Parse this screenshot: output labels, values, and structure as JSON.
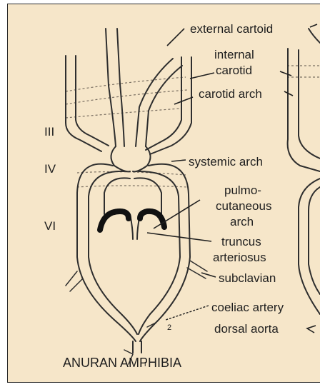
{
  "labels": {
    "external_carotid": "external cartoid",
    "internal_carotid_line1": "internal",
    "internal_carotid_line2": "carotid",
    "carotid_arch": "carotid arch",
    "systemic_arch": "systemic arch",
    "pulmocutaneous_line1": "pulmo-",
    "pulmocutaneous_line2": "cutaneous",
    "pulmocutaneous_line3": "arch",
    "truncus_line1": "truncus",
    "truncus_line2": "arteriosus",
    "subclavian": "subclavian",
    "coeliac_artery": "coeliac artery",
    "dorsal_aorta": "dorsal aorta"
  },
  "arch_numbers": {
    "third": "III",
    "fourth": "IV",
    "sixth": "VI"
  },
  "title": "ANURAN AMPHIBIA",
  "colors": {
    "background": "#f6e6c9",
    "vessel": "#2e2e2e",
    "arch_fill": "#111111"
  }
}
